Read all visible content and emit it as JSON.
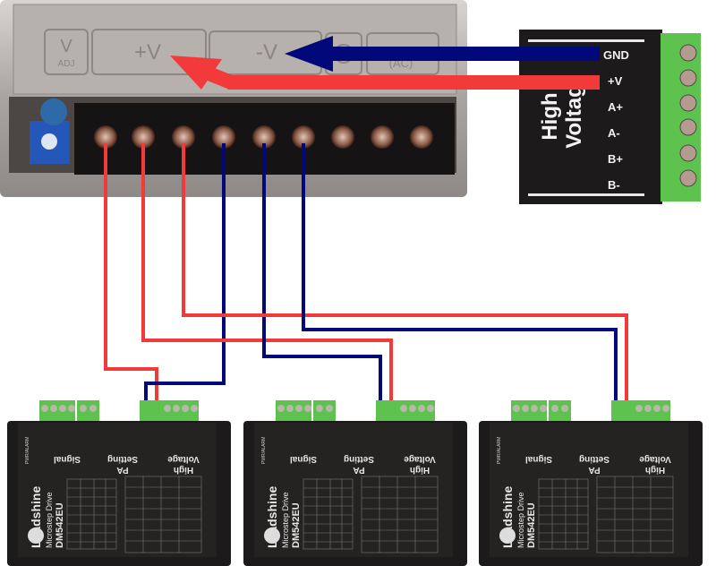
{
  "power_supply": {
    "labels": {
      "adj": "V",
      "adj_sub": "ADJ",
      "plus_v": "+V",
      "minus_v": "-V",
      "ac": "(AC)"
    },
    "terminal_count": 9
  },
  "hv_connector": {
    "title_line1": "High",
    "title_line2": "Voltag",
    "pins": [
      "GND",
      "+V",
      "A+",
      "A-",
      "B+",
      "B-"
    ]
  },
  "driver": {
    "brand": "Leadshine",
    "subtitle": "Microstep Drive",
    "model": "DM542EU",
    "section_signal": "Signal",
    "section_pa": "PA",
    "section_setting": "Setting",
    "section_high": "High",
    "section_voltage": "Voltage",
    "pwr_alarm": "PWR/ALARM"
  },
  "drivers": [
    {
      "id": "driver-1"
    },
    {
      "id": "driver-2"
    },
    {
      "id": "driver-3"
    }
  ],
  "colors": {
    "positive_wire": "#f23a3a",
    "ground_wire": "#00087a",
    "terminal_green": "#5dc24e"
  }
}
